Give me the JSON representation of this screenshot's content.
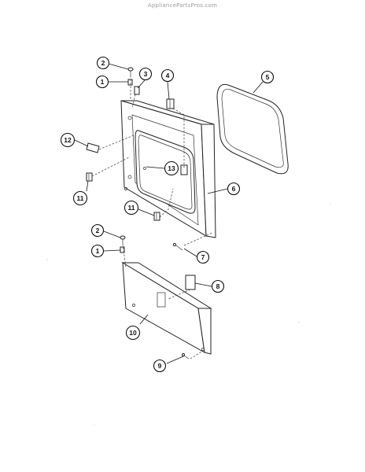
{
  "watermark": "AppliancePartsPros.com",
  "callouts": [
    {
      "id": "c2a",
      "label": "2"
    },
    {
      "id": "c1a",
      "label": "1"
    },
    {
      "id": "c3",
      "label": "3"
    },
    {
      "id": "c4",
      "label": "4"
    },
    {
      "id": "c5",
      "label": "5"
    },
    {
      "id": "c12",
      "label": "12"
    },
    {
      "id": "c13",
      "label": "13"
    },
    {
      "id": "c6",
      "label": "6"
    },
    {
      "id": "c11a",
      "label": "11"
    },
    {
      "id": "c11b",
      "label": "11"
    },
    {
      "id": "c2b",
      "label": "2"
    },
    {
      "id": "c1b",
      "label": "1"
    },
    {
      "id": "c7",
      "label": "7"
    },
    {
      "id": "c8",
      "label": "8"
    },
    {
      "id": "c10",
      "label": "10"
    },
    {
      "id": "c9",
      "label": "9"
    }
  ]
}
